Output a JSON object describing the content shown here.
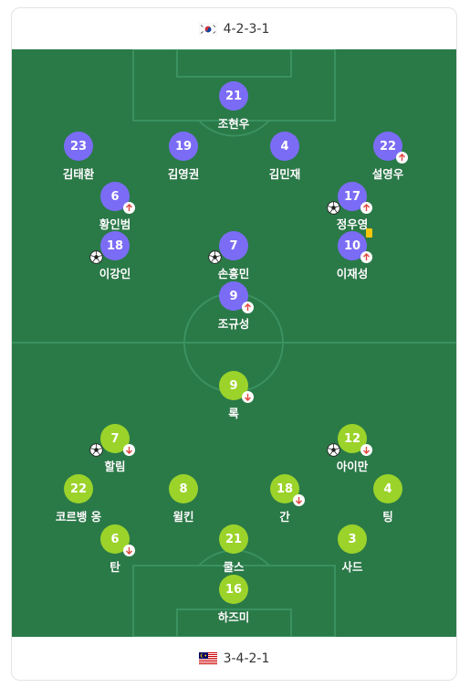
{
  "home": {
    "formation": "4-2-3-1",
    "flag": "korea-flag-icon",
    "players": [
      {
        "number": "21",
        "name": "조현우"
      },
      {
        "number": "23",
        "name": "김태환"
      },
      {
        "number": "19",
        "name": "김영권"
      },
      {
        "number": "4",
        "name": "김민재"
      },
      {
        "number": "22",
        "name": "설영우",
        "sub": "out"
      },
      {
        "number": "6",
        "name": "황인범",
        "sub": "out"
      },
      {
        "number": "17",
        "name": "정우영",
        "sub": "out",
        "goal": true
      },
      {
        "number": "18",
        "name": "이강인",
        "goal": true
      },
      {
        "number": "7",
        "name": "손흥민",
        "goal": true
      },
      {
        "number": "10",
        "name": "이재성",
        "sub": "out",
        "yellow": true
      },
      {
        "number": "9",
        "name": "조규성",
        "sub": "out"
      }
    ]
  },
  "away": {
    "formation": "3-4-2-1",
    "flag": "malaysia-flag-icon",
    "players": [
      {
        "number": "9",
        "name": "록",
        "sub": "in"
      },
      {
        "number": "7",
        "name": "할림",
        "sub": "in",
        "goal": true
      },
      {
        "number": "12",
        "name": "아이만",
        "sub": "in",
        "goal": true
      },
      {
        "number": "22",
        "name": "코르뱅 옹"
      },
      {
        "number": "8",
        "name": "윌킨"
      },
      {
        "number": "18",
        "name": "간",
        "sub": "in"
      },
      {
        "number": "4",
        "name": "팅"
      },
      {
        "number": "6",
        "name": "탄",
        "sub": "in"
      },
      {
        "number": "21",
        "name": "쿨스"
      },
      {
        "number": "3",
        "name": "사드"
      },
      {
        "number": "16",
        "name": "하즈미"
      }
    ]
  },
  "colors": {
    "pitch": "#2a7a48",
    "home": "#7b6cf6",
    "away": "#9bd32a",
    "arrow_up": "#e0463b",
    "arrow_down": "#e0463b",
    "yellow_card": "#f6c60b"
  }
}
